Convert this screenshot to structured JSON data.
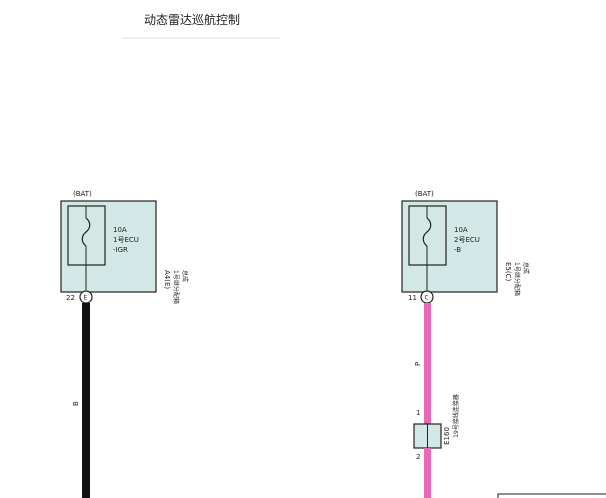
{
  "title": "动态雷达巡航控制",
  "left_block": {
    "source": "(BAT)",
    "fuse_rating": "10A",
    "fuse_name_1": "1号ECU",
    "fuse_name_2": "-IGR",
    "connector_code": "A4(E)",
    "location_1": "1号继分配箱",
    "location_2": "总成",
    "pin": "22",
    "pin_letter": "E",
    "wire_color": "B"
  },
  "right_block": {
    "source": "(BAT)",
    "fuse_rating": "10A",
    "fuse_name_1": "2号ECU",
    "fuse_name_2": "-B",
    "connector_code": "E5(C)",
    "location_1": "1号继分配箱",
    "location_2": "总成",
    "pin": "11",
    "pin_letter": "C",
    "wire_color": "P",
    "inline_pin_top": "1",
    "inline_pin_bottom": "2",
    "inline_code": "E160",
    "inline_name": "19号接线连接器"
  },
  "colors": {
    "wire_black": "#111111",
    "wire_pink": "#e86ab4",
    "box_fill": "#d2e8e6",
    "outline": "#222222"
  }
}
